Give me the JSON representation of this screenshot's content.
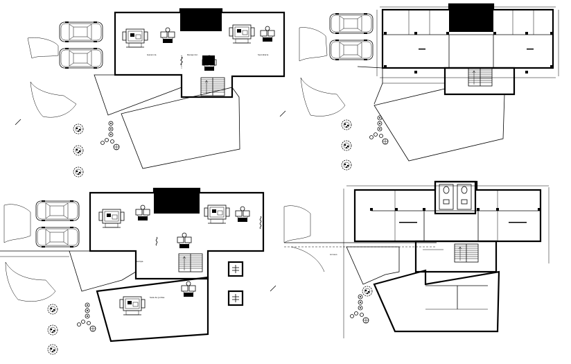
{
  "drawing": {
    "kind": "architectural-floor-plan-sheet",
    "line_color": "#000000",
    "background": "#ffffff",
    "panels": [
      {
        "id": "top-left",
        "content": "furnished office floor plan with two parked cars, lobby and stair"
      },
      {
        "id": "top-right",
        "content": "dimensioned floor plan with toilet block, stair and two parked cars"
      },
      {
        "id": "bottom-left",
        "content": "furnished floor plan with tiled ramp, stair, two cars and lower office wing"
      },
      {
        "id": "bottom-right",
        "content": "dimensioned floor plan with toilet block, tiled ramp and lower wing"
      }
    ],
    "labels": {
      "tl_office_left": "Gerencia",
      "tl_office_right": "Secretaria",
      "tl_lobby": "Recepcion",
      "bl_lower_office": "Sala de Juntas",
      "bl_ramp": "Rampa",
      "br_ramp": "Acceso"
    },
    "icons": [
      "car-icon",
      "desk-set-icon",
      "chair-icon",
      "plant-icon",
      "stair-icon",
      "toilet-icon",
      "column-icon"
    ]
  }
}
